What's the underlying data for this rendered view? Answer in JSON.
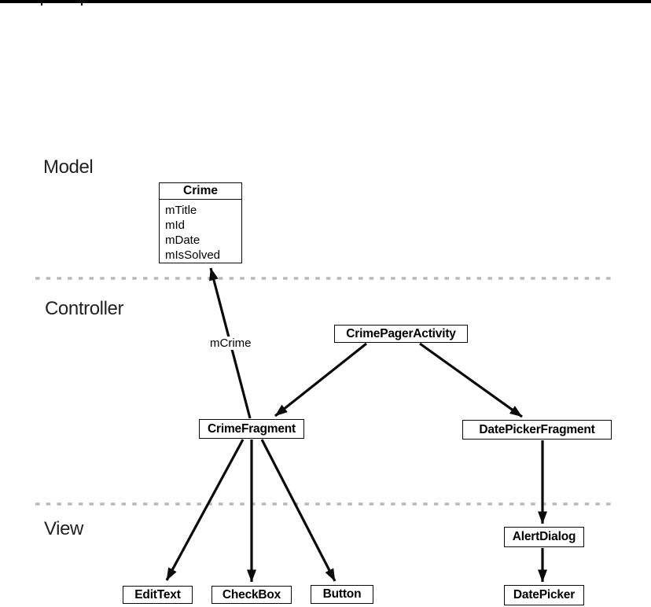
{
  "layers": {
    "model": "Model",
    "controller": "Controller",
    "view": "View"
  },
  "crime_class": {
    "title": "Crime",
    "fields": [
      "mTitle",
      "mId",
      "mDate",
      "mIsSolved"
    ]
  },
  "nodes": {
    "crime_pager_activity": "CrimePagerActivity",
    "crime_fragment": "CrimeFragment",
    "date_picker_fragment": "DatePickerFragment",
    "alert_dialog": "AlertDialog",
    "date_picker": "DatePicker",
    "edit_text": "EditText",
    "check_box": "CheckBox",
    "button": "Button"
  },
  "edge_labels": {
    "m_crime": "mCrime"
  },
  "colors": {
    "line": "#0a0a0a",
    "dashed_divider": "#b9b9b9",
    "background": "#ffffff",
    "text": "#222222"
  }
}
